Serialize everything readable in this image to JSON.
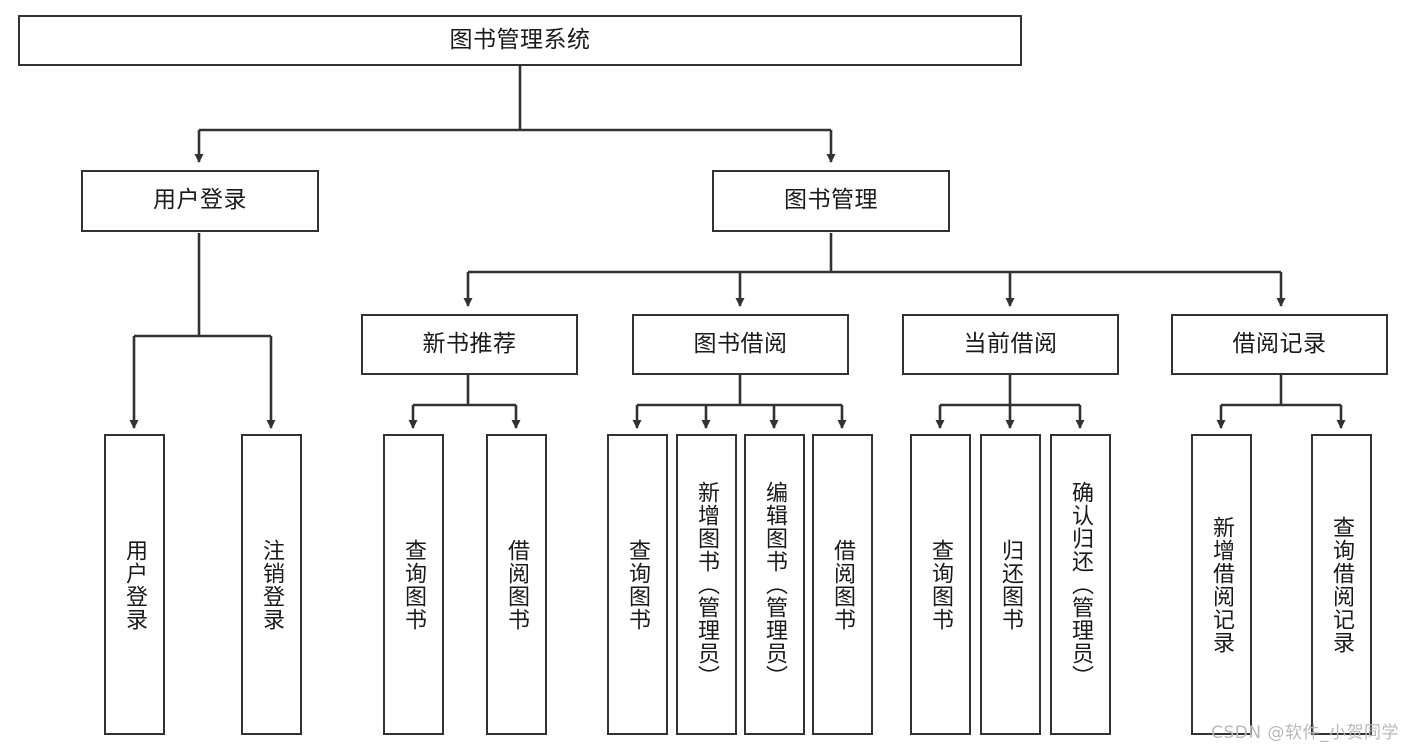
{
  "diagram": {
    "type": "tree-hierarchy",
    "title": "图书管理系统",
    "watermark": "CSDN @软件_小贺同学",
    "colors": {
      "stroke": "#323232",
      "fill": "#ffffff",
      "text": "#1a1a1a",
      "watermark": "#b9b9b9"
    },
    "levels": {
      "root": {
        "label": "图书管理系统"
      },
      "level2": [
        {
          "id": "user-login",
          "label": "用户登录"
        },
        {
          "id": "book-manage",
          "label": "图书管理"
        }
      ],
      "level3": [
        {
          "id": "new-book-recommend",
          "label": "新书推荐",
          "parent": "book-manage"
        },
        {
          "id": "book-borrow",
          "label": "图书借阅",
          "parent": "book-manage"
        },
        {
          "id": "current-borrow",
          "label": "当前借阅",
          "parent": "book-manage"
        },
        {
          "id": "borrow-record",
          "label": "借阅记录",
          "parent": "book-manage"
        }
      ],
      "leaves": [
        {
          "id": "leaf-user-login",
          "label": "用户登录",
          "parent": "user-login"
        },
        {
          "id": "leaf-logout-login",
          "label": "注销登录",
          "parent": "user-login"
        },
        {
          "id": "leaf-query-book-1",
          "label": "查询图书",
          "parent": "new-book-recommend"
        },
        {
          "id": "leaf-borrow-book-1",
          "label": "借阅图书",
          "parent": "new-book-recommend"
        },
        {
          "id": "leaf-query-book-2",
          "label": "查询图书",
          "parent": "book-borrow"
        },
        {
          "id": "leaf-add-book",
          "label": "新增图书（管理员）",
          "parent": "book-borrow"
        },
        {
          "id": "leaf-edit-book",
          "label": "编辑图书（管理员）",
          "parent": "book-borrow"
        },
        {
          "id": "leaf-borrow-book-2",
          "label": "借阅图书",
          "parent": "book-borrow"
        },
        {
          "id": "leaf-query-book-3",
          "label": "查询图书",
          "parent": "current-borrow"
        },
        {
          "id": "leaf-return-book",
          "label": "归还图书",
          "parent": "current-borrow"
        },
        {
          "id": "leaf-confirm-return",
          "label": "确认归还（管理员）",
          "parent": "current-borrow"
        },
        {
          "id": "leaf-add-record",
          "label": "新增借阅记录",
          "parent": "borrow-record"
        },
        {
          "id": "leaf-query-record",
          "label": "查询借阅记录",
          "parent": "borrow-record"
        }
      ]
    }
  }
}
